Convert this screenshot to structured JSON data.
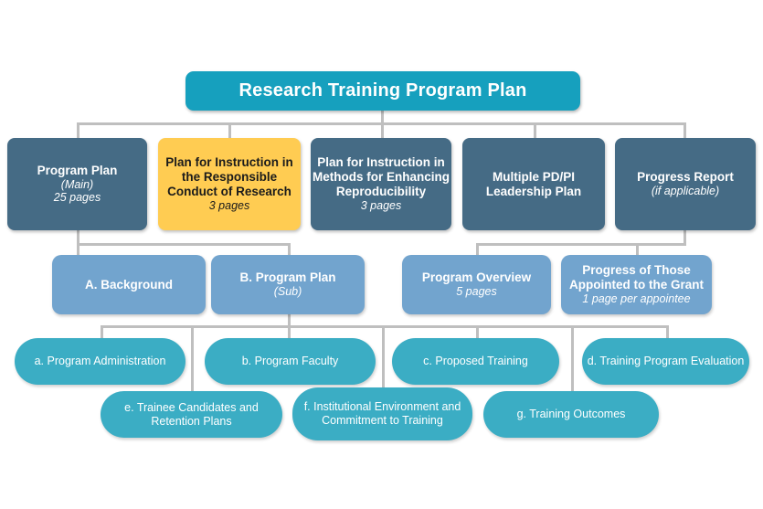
{
  "chart_title": "Research Training Program Plan",
  "colors": {
    "root": "#16A0BE",
    "level2": "#456B85",
    "accent": "#FFCC52",
    "level3": "#72A4CE",
    "pill": "#3BADC4",
    "connector": "#BFBFBF",
    "background": "#FFFFFF"
  },
  "root": {
    "label": "Research Training Program Plan"
  },
  "level2": [
    {
      "label": "Program Plan",
      "sub": "(Main)",
      "pages": "25 pages"
    },
    {
      "label": "Plan for Instruction in the Responsible Conduct of Research",
      "sub": "",
      "pages": "3 pages"
    },
    {
      "label": "Plan for Instruction in Methods for Enhancing Reproducibility",
      "sub": "",
      "pages": "3 pages"
    },
    {
      "label": "Multiple PD/PI Leadership Plan",
      "sub": "",
      "pages": ""
    },
    {
      "label": "Progress Report",
      "sub": "(if applicable)",
      "pages": ""
    }
  ],
  "level3": [
    {
      "label": "A. Background",
      "sub": ""
    },
    {
      "label": "B. Program Plan",
      "sub": "(Sub)"
    },
    {
      "label": "Program Overview",
      "sub": "5 pages"
    },
    {
      "label": "Progress of Those Appointed to the Grant",
      "sub": "1 page per appointee"
    }
  ],
  "level4": [
    {
      "label": "a. Program Administration"
    },
    {
      "label": "b. Program Faculty"
    },
    {
      "label": "c. Proposed Training"
    },
    {
      "label": "d. Training Program Evaluation"
    }
  ],
  "level5": [
    {
      "label": "e. Trainee Candidates and Retention Plans"
    },
    {
      "label": "f. Institutional Environment and Commitment to Training"
    },
    {
      "label": "g. Training Outcomes"
    }
  ]
}
